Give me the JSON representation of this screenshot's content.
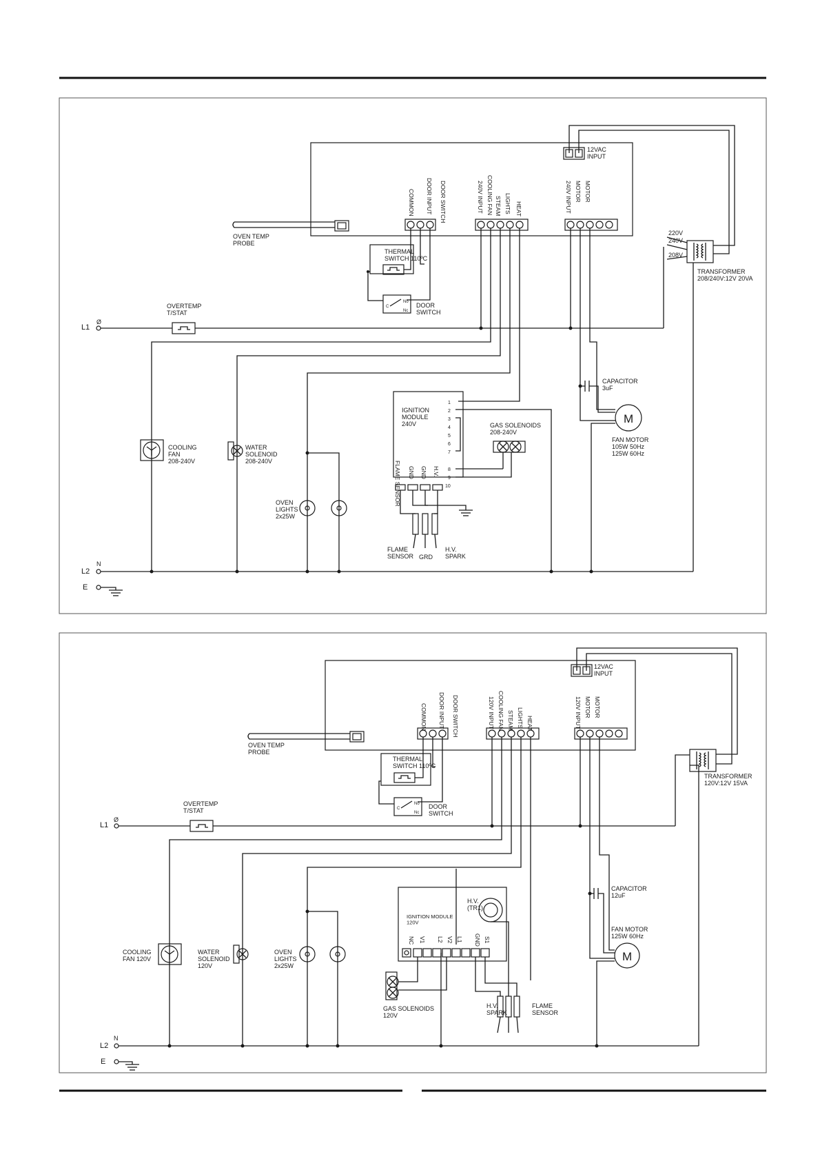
{
  "diagram1": {
    "controller": {
      "power_label": "12VAC\nINPUT",
      "col_common": "COMMON",
      "col_door_input": "DOOR INPUT",
      "col_door_switch": "DOOR SWITCH",
      "col_240v_input": "240V INPUT",
      "col_cooling_fan": "COOLING FAN",
      "col_steam": "STEAM",
      "col_lights": "LIGHTS",
      "col_heat": "HEAT",
      "col_motor_in": "240V INPUT",
      "col_motor_ccw": "MOTOR",
      "col_motor_cw": "MOTOR"
    },
    "probe": "OVEN TEMP\nPROBE",
    "thermal_switch": "THERMAL\nSWITCH 110ºC",
    "door_switch": "DOOR\nSWITCH",
    "sw_c": "C",
    "sw_no": "No",
    "sw_nc": "Nc",
    "overtemp": "OVERTEMP\nT/STAT",
    "l1": "L1",
    "phase": "Ø",
    "l2": "L2",
    "n": "N",
    "e": "E",
    "transformer_taps": [
      "220V",
      "240V",
      "208V"
    ],
    "transformer": "TRANSFORMER\n208/240V:12V 20VA",
    "capacitor": "CAPACITOR\n3uF",
    "fan_motor": "FAN MOTOR\n105W 50Hz\n125W 60Hz",
    "motor_symbol": "M",
    "ignition": "IGNITION\nMODULE\n240V",
    "ign_pins": [
      "1",
      "2",
      "3",
      "4",
      "5",
      "6",
      "7",
      "8",
      "9",
      "10"
    ],
    "ign_bottom": [
      "FLAME SENSOR",
      "GND",
      "GND",
      "H.V."
    ],
    "gas_solenoids": "GAS SOLENOIDS\n208-240V",
    "cooling_fan": "COOLING\nFAN\n208-240V",
    "water_solenoid": "WATER\nSOLENOID\n208-240V",
    "oven_lights": "OVEN\nLIGHTS\n2x25W",
    "flame_sensor": "FLAME\nSENSOR",
    "grd": "GRD",
    "hv_spark": "H.V.\nSPARK"
  },
  "diagram2": {
    "controller": {
      "power_label": "12VAC\nINPUT",
      "col_common": "COMMON",
      "col_door_input": "DOOR INPUT",
      "col_door_switch": "DOOR SWITCH",
      "col_120v_input": "120V INPUT",
      "col_cooling_fan": "COOLING FAN",
      "col_steam": "STEAM",
      "col_lights": "LIGHTS",
      "col_heat": "HEAT",
      "col_motor_in": "120V INPUT",
      "col_motor_ccw": "MOTOR",
      "col_motor_cw": "MOTOR"
    },
    "probe": "OVEN TEMP\nPROBE",
    "thermal_switch": "THERMAL\nSWITCH 110ºC",
    "door_switch": "DOOR\nSWITCH",
    "sw_c": "C",
    "sw_no": "No",
    "sw_nc": "Nc",
    "overtemp": "OVERTEMP\nT/STAT",
    "l1": "L1",
    "phase": "Ø",
    "l2": "L2",
    "n": "N",
    "e": "E",
    "transformer": "TRANSFORMER\n120V:12V 15VA",
    "capacitor": "CAPACITOR\n12uF",
    "fan_motor": "FAN MOTOR\n125W 60Hz",
    "motor_symbol": "M",
    "ignition": "IGNITION MODULE\n120V",
    "hv_tr1": "H.V.\n(TR1)",
    "ign_terms": [
      "NC",
      "V1",
      "L2",
      "V2",
      "L1",
      "GND",
      "S1"
    ],
    "gas_solenoids": "GAS SOLENOIDS\n120V",
    "cooling_fan": "COOLING\nFAN 120V",
    "water_solenoid": "WATER\nSOLENOID\n120V",
    "oven_lights": "OVEN\nLIGHTS\n2x25W",
    "hv_spark": "H.V.\nSPARK",
    "flame_sensor": "FLAME\nSENSOR"
  }
}
